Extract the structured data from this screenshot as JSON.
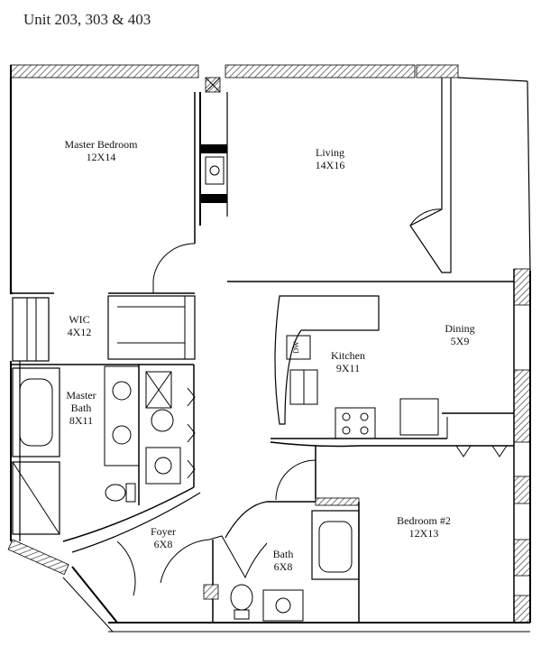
{
  "title": "Unit 203, 303 & 403",
  "rooms": {
    "master_bedroom": {
      "name": "Master Bedroom",
      "size": "12X14"
    },
    "living": {
      "name": "Living",
      "size": "14X16"
    },
    "wic": {
      "name": "WIC",
      "size": "4X12"
    },
    "dining": {
      "name": "Dining",
      "size": "5X9"
    },
    "kitchen": {
      "name": "Kitchen",
      "size": "9X11"
    },
    "master_bath_line1": "Master",
    "master_bath_line2": "Bath",
    "master_bath_size": "8X11",
    "foyer": {
      "name": "Foyer",
      "size": "6X8"
    },
    "bath": {
      "name": "Bath",
      "size": "6X8"
    },
    "bedroom2": {
      "name": "Bedroom #2",
      "size": "12X13"
    }
  },
  "appliance_labels": {
    "dishwasher": "DW"
  },
  "colors": {
    "wall": "#000000",
    "window_hatch": "#555555",
    "background": "#ffffff"
  }
}
